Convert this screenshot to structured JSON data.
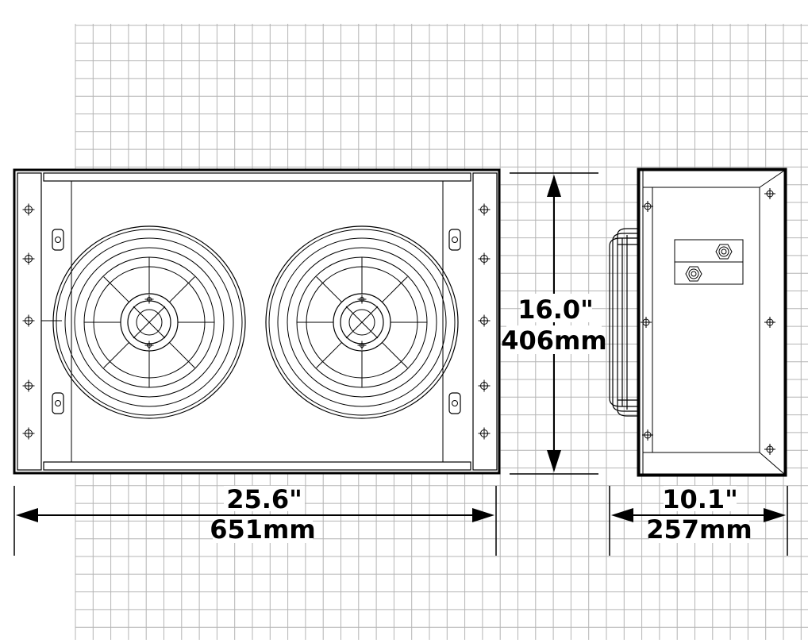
{
  "dimensions": {
    "width": {
      "inches": "25.6\"",
      "mm": "651mm"
    },
    "height": {
      "inches": "16.0\"",
      "mm": "406mm"
    },
    "depth": {
      "inches": "10.1\"",
      "mm": "257mm"
    }
  },
  "views": {
    "front": {
      "woofer_count": 2
    },
    "side": {}
  },
  "colors": {
    "line": "#000000",
    "grid": "#b4b4b4",
    "background": "#ffffff"
  }
}
